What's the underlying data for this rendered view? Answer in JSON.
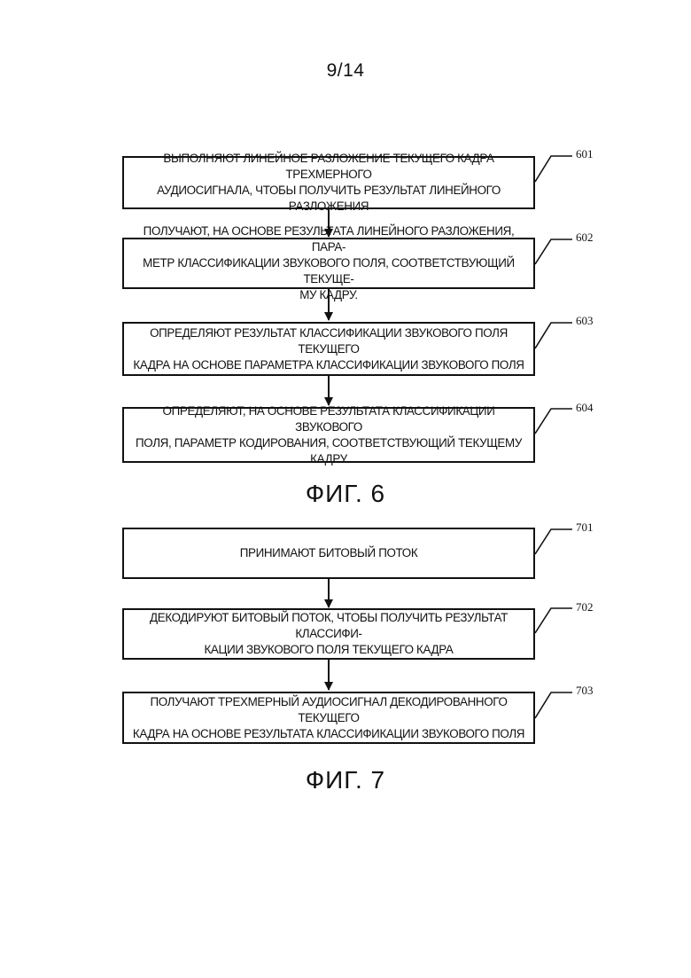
{
  "page_number": "9/14",
  "figures": [
    {
      "caption": "ФИГ. 6",
      "steps": [
        {
          "ref": "601",
          "text": "выполняют линейное разложение текущего кадра трехмерного\nаудиосигнала, чтобы получить результат линейного разложения"
        },
        {
          "ref": "602",
          "text": "получают, на основе результата линейного разложения, пара-\nметр классификации звукового поля, соответствующий текуще-\nму кадру."
        },
        {
          "ref": "603",
          "text": "определяют результат классификации звукового поля текущего\nкадра на основе параметра классификации звукового поля"
        },
        {
          "ref": "604",
          "text": "определяют, на основе результата классификации звукового\nполя, параметр кодирования, соответствующий текущему кадру"
        }
      ]
    },
    {
      "caption": "ФИГ. 7",
      "steps": [
        {
          "ref": "701",
          "text": "принимают битовый поток"
        },
        {
          "ref": "702",
          "text": "декодируют битовый поток, чтобы получить результат классифи-\nкации звукового поля текущего кадра"
        },
        {
          "ref": "703",
          "text": "получают трехмерный аудиосигнал декодированного текущего\nкадра на основе результата классификации звукового поля"
        }
      ]
    }
  ]
}
